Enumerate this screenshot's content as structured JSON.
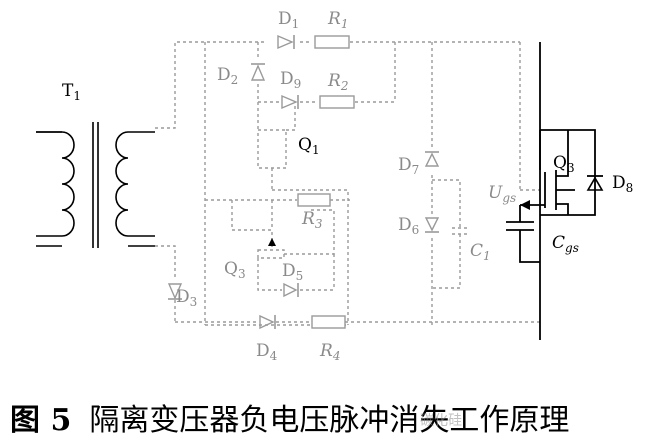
{
  "labels": {
    "T1": {
      "main": "T",
      "sub": "1"
    },
    "D1": {
      "main": "D",
      "sub": "1"
    },
    "R1": {
      "main": "R",
      "sub": "1"
    },
    "D2": {
      "main": "D",
      "sub": "2"
    },
    "D9": {
      "main": "D",
      "sub": "9"
    },
    "R2": {
      "main": "R",
      "sub": "2"
    },
    "Q1": {
      "main": "Q",
      "sub": "1"
    },
    "R3": {
      "main": "R",
      "sub": "3"
    },
    "Q3a": {
      "main": "Q",
      "sub": "3"
    },
    "D5": {
      "main": "D",
      "sub": "5"
    },
    "D3": {
      "main": "D",
      "sub": "3"
    },
    "D4": {
      "main": "D",
      "sub": "4"
    },
    "R4": {
      "main": "R",
      "sub": "4"
    },
    "D7": {
      "main": "D",
      "sub": "7"
    },
    "D6": {
      "main": "D",
      "sub": "6"
    },
    "C1": {
      "main": "C",
      "sub": "1"
    },
    "Ugs": {
      "main": "U",
      "sub": "gs"
    },
    "Q3b": {
      "main": "Q",
      "sub": "3"
    },
    "D8": {
      "main": "D",
      "sub": "8"
    },
    "Cgs": {
      "main": "C",
      "sub": "gs"
    }
  },
  "caption": {
    "figure": "图 5",
    "title": "隔离变压器负电压脉冲消失工作原理"
  },
  "watermark": "碳化硅",
  "colors": {
    "gray_circuit": "#9a9a9a",
    "black_circuit": "#000000"
  }
}
